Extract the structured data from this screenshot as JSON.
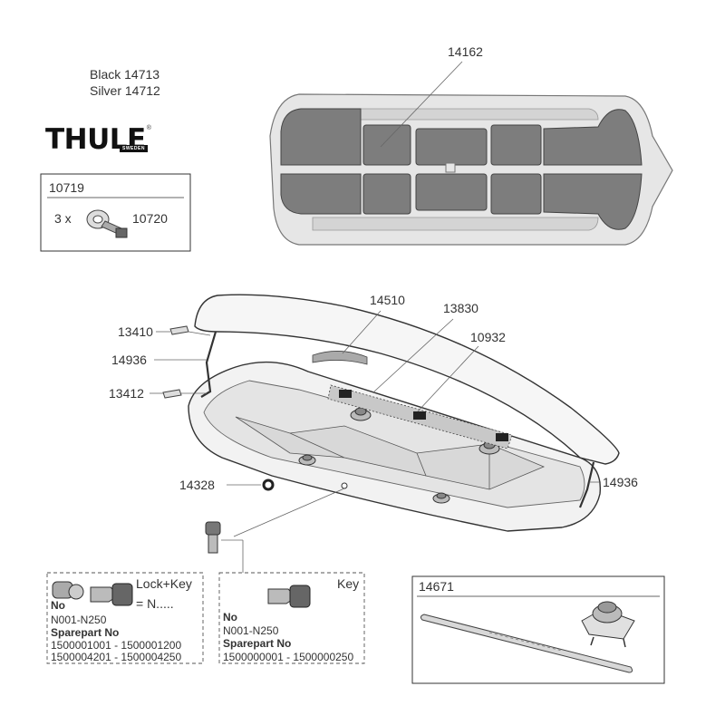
{
  "brand": {
    "logo_text": "THULE",
    "logo_sub": "SWEDEN",
    "variants": [
      "Black 14713",
      "Silver 14712"
    ]
  },
  "parts": {
    "liner": "14162",
    "strap_box": {
      "title": "10719",
      "qty": "3 x",
      "part": "10720"
    },
    "lid": "14510",
    "rail": "13830",
    "mount": "10932",
    "pad_top": "13410",
    "strut": "14936",
    "pad_bottom": "13412",
    "strut_right": "14936",
    "ring": "14328",
    "rail_kit": "14671"
  },
  "lock_key": {
    "title": "Lock+Key",
    "no_label": "No",
    "no_value": "N001-N250",
    "equals": "= N.....",
    "spare_label": "Sparepart No",
    "spare_values": [
      "1500001001 - 1500001200",
      "1500004201 - 1500004250"
    ]
  },
  "key": {
    "title": "Key",
    "no_label": "No",
    "no_value": "N001-N250",
    "spare_label": "Sparepart No",
    "spare_values": [
      "1500000001 - 1500000250"
    ]
  }
}
